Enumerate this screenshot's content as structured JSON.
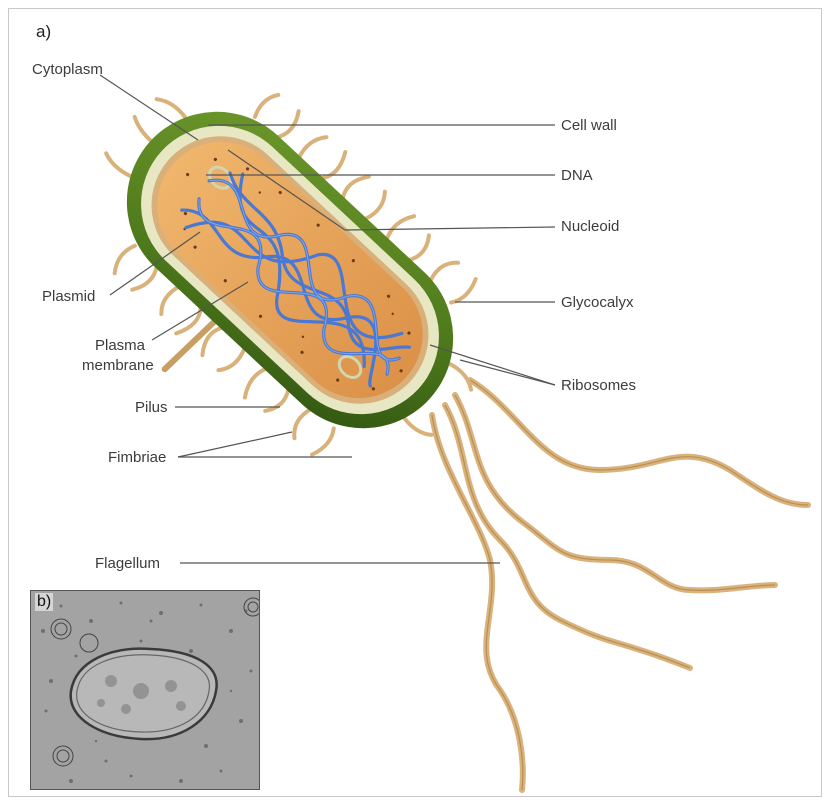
{
  "panel_a_letter": "a)",
  "panel_b_letter": "b)",
  "labels": {
    "cytoplasm": "Cytoplasm",
    "cell_wall": "Cell wall",
    "dna": "DNA",
    "nucleoid": "Nucleoid",
    "plasmid": "Plasmid",
    "glycocalyx": "Glycocalyx",
    "plasma_line1": "Plasma",
    "plasma_line2": "membrane",
    "ribosomes": "Ribosomes",
    "pilus": "Pilus",
    "fimbriae": "Fimbriae",
    "flagellum": "Flagellum"
  },
  "colors": {
    "capsule": "#4f7a1c",
    "cell_wall": "#e8e7c4",
    "membrane": "#d9b07a",
    "cytoplasm": "#e7a35a",
    "dna": "#4a78d2",
    "appendage": "#d8b27a",
    "leader_line": "#555555"
  }
}
